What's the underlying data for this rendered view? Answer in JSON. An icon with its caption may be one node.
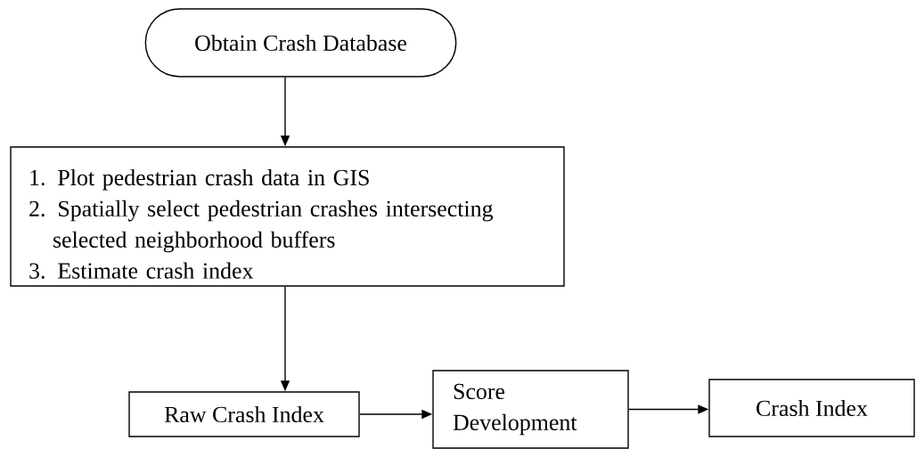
{
  "diagram": {
    "nodes": [
      {
        "text": [
          "Obtain Crash Database"
        ]
      },
      {
        "text": [
          "1. Plot pedestrian crash data in GIS",
          "2. Spatially select pedestrian crashes intersecting selected neighborhood buffers",
          "3. Estimate crash index"
        ]
      },
      {
        "text": [
          "Raw Crash Index"
        ]
      },
      {
        "text": [
          "Score Development"
        ]
      },
      {
        "text": [
          "Crash Index"
        ]
      }
    ],
    "edges": [
      {
        "from": 0,
        "to": 1,
        "arrow": "to"
      },
      {
        "from": 1,
        "to": 2,
        "arrow": "to"
      },
      {
        "from": 2,
        "to": 3,
        "arrow": "to"
      },
      {
        "from": 3,
        "to": 4,
        "arrow": "to"
      }
    ]
  }
}
